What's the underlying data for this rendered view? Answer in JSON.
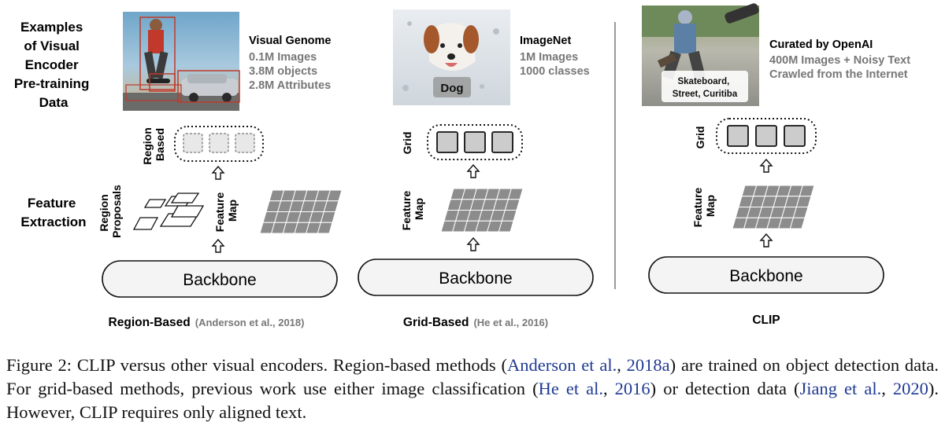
{
  "left_heading": [
    "Examples",
    "of Visual",
    "Encoder",
    "Pre-training",
    "Data"
  ],
  "feature_extraction_label": [
    "Feature",
    "Extraction"
  ],
  "columns": {
    "region": {
      "dataset_title": "Visual Genome",
      "dataset_stats": [
        "0.1M Images",
        "3.8M objects",
        "2.8M Attributes"
      ],
      "top_label": [
        "Region",
        "Based"
      ],
      "proposals_label": [
        "Region",
        "Proposals"
      ],
      "feature_map_label": [
        "Feature",
        "Map"
      ],
      "backbone": "Backbone",
      "method": "Region-Based",
      "method_cite": "(Anderson et al., 2018)"
    },
    "grid": {
      "dataset_title": "ImageNet",
      "dataset_stats": [
        "1M Images",
        "1000 classes"
      ],
      "image_tag": "Dog",
      "top_label": [
        "Grid"
      ],
      "feature_map_label": [
        "Feature",
        "Map"
      ],
      "backbone": "Backbone",
      "method": "Grid-Based",
      "method_cite": "(He et al., 2016)"
    },
    "clip": {
      "dataset_title": "Curated by OpenAI",
      "dataset_stats": [
        "400M Images + Noisy Text",
        "Crawled from the Internet"
      ],
      "image_tag": [
        "Skateboard,",
        "Street, Curitiba"
      ],
      "top_label": [
        "Grid"
      ],
      "feature_map_label": [
        "Feature",
        "Map"
      ],
      "backbone": "Backbone",
      "method": "CLIP"
    }
  },
  "caption": {
    "t1": "Figure 2: CLIP versus other visual encoders. Region-based methods (",
    "c1a": "Anderson et al.",
    "t2": ", ",
    "c1b": "2018a",
    "t3": ") are trained on object detection data. For grid-based methods, previous work use either image classification (",
    "c2a": "He et al.",
    "t4": ", ",
    "c2b": "2016",
    "t5": ") or detection data (",
    "c3a": "Jiang et al.",
    "t6": ", ",
    "c3b": "2020",
    "t7": "). However, CLIP requires only aligned text."
  },
  "colors": {
    "cite": "#1f3a93",
    "stats": "#777777",
    "grid_fill": "#8c8c8c",
    "cell_fill": "#cccccc"
  }
}
